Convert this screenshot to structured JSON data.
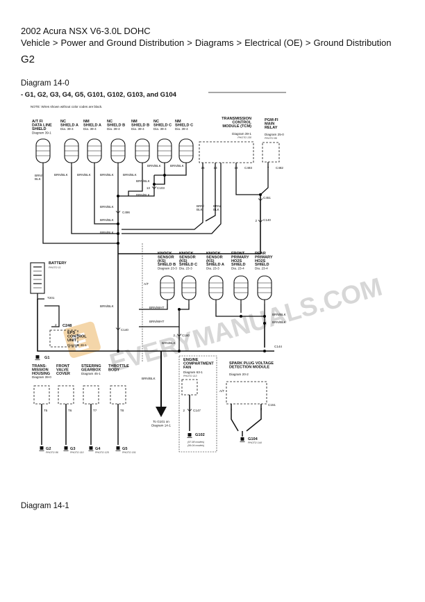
{
  "header": {
    "title": "2002 Acura NSX V6-3.0L DOHC",
    "breadcrumb": [
      "Vehicle",
      "Power and Ground Distribution",
      "Diagrams",
      "Electrical (OE)",
      "Ground Distribution"
    ],
    "separator": ">",
    "subtitle": "G2"
  },
  "diagram": {
    "label_top": "Diagram 14-0",
    "label_bottom": "Diagram 14-1",
    "heading": "- G1, G2, G3, G4, G5, G101, G102, G103, and G104",
    "note": "NOTE: Wires shown without color codes are black.",
    "watermark": "EVERYMANUALS.COM",
    "top_components": [
      {
        "name": [
          "A/T FI",
          "DATA LINE",
          "SHIELD"
        ],
        "ref": "Diagram 39-1"
      },
      {
        "name": [
          "NC",
          "SHIELD A"
        ],
        "ref": "Dia. 39-4"
      },
      {
        "name": [
          "NM",
          "SHIELD A"
        ],
        "ref": "Dia. 39-4"
      },
      {
        "name": [
          "NC",
          "SHIELD B"
        ],
        "ref": "Dia. 39-4"
      },
      {
        "name": [
          "NM",
          "SHIELD B"
        ],
        "ref": "Dia. 39-4"
      },
      {
        "name": [
          "NC",
          "SHIELD C"
        ],
        "ref": "Dia. 39-4"
      },
      {
        "name": [
          "NM",
          "SHIELD C"
        ],
        "ref": "Dia. 39-4"
      }
    ],
    "tcm": {
      "name": [
        "TRANSMISSION",
        "CONTROL",
        "MODULE (TCM)"
      ],
      "ref": "Diagram 39-1",
      "photo": "PHOTO 130",
      "pins": [
        "26",
        "13",
        "14"
      ],
      "conn": "C493"
    },
    "pgm_relay": {
      "name": [
        "PGM-FI",
        "MAIN",
        "RELAY"
      ],
      "ref": "Diagram 25-0",
      "photo": "PHOTO 86",
      "pin": "7",
      "conn": "C482"
    },
    "knock_components": [
      {
        "name": [
          "KNOCK",
          "SENSOR",
          "(KS)",
          "SHIELD B"
        ],
        "ref": "Diagram 23-3"
      },
      {
        "name": [
          "KNOCK",
          "SENSOR",
          "(KS)",
          "SHIELD C"
        ],
        "ref": "Dia. 23-3"
      },
      {
        "name": [
          "KNOCK",
          "SENSOR",
          "(KS)",
          "SHIELD A"
        ],
        "ref": "Dia. 23-3"
      },
      {
        "name": [
          "FRONT",
          "PRIMARY",
          "HO2S",
          "SHIELD"
        ],
        "ref": "Dia. 23-4"
      },
      {
        "name": [
          "REAR",
          "PRIMARY",
          "HO2S",
          "SHIELD"
        ],
        "ref": "Dia. 23-4"
      }
    ],
    "battery": {
      "name": "BATTERY",
      "photo": "PHOTO 11"
    },
    "eps": {
      "name": [
        "EPS",
        "CONTROL",
        "UNIT"
      ],
      "ref": "Diagram 46-1",
      "pin": "2"
    },
    "bottom_components": [
      {
        "name": [
          "TRANS-",
          "MISSION",
          "HOUSING"
        ],
        "ref": "Diagram 39-0",
        "terminal": "T5",
        "ground": "G2",
        "photo": "PHOTO 86"
      },
      {
        "name": [
          "FRONT",
          "VALVE",
          "COVER"
        ],
        "ref": "",
        "terminal": "T6",
        "ground": "G3",
        "photo": "PHOTO 110"
      },
      {
        "name": [
          "STEERING",
          "GEARBOX"
        ],
        "ref": "Diagram 45-1",
        "terminal": "T7",
        "ground": "G4",
        "photo": "PHOTO 125"
      },
      {
        "name": [
          "THROTTLE",
          "BODY"
        ],
        "ref": "",
        "terminal": "T8",
        "ground": "G5",
        "photo": "PHOTO 101"
      }
    ],
    "fan": {
      "name": [
        "ENGINE",
        "COMPARTMENT",
        "FAN"
      ],
      "ref": "Diagram 63-1",
      "photo": "PHOTO 113"
    },
    "spark": {
      "name": [
        "SPARK PLUG VOLTAGE",
        "DETECTION MODULE"
      ],
      "ref": "Diagram 20-2",
      "photo": "PHOTO 144"
    },
    "connectors": {
      "c103": "C103",
      "c496": "C496",
      "c451": "C451",
      "c140": "C140",
      "c248": "C248",
      "c160": "C160",
      "c144": "C144",
      "c147": "C147",
      "c151": "C151",
      "t201": "T201"
    },
    "grounds": {
      "g1": "G1",
      "g102": "G102",
      "g104": "G104"
    },
    "wire_labels": {
      "brn_blk": "BRN/BLK",
      "brn_blk_stack": [
        "BRN/",
        "BLK"
      ],
      "brn_wht": "BRN/WHT",
      "at": "A/T"
    },
    "arrow_text": [
      "To G101 on",
      "Diagram 14-1"
    ],
    "g102_note": [
      "(97-98 models)",
      "(99-04 models)"
    ],
    "numbers": {
      "n13": "13",
      "n2": "2",
      "n1": "1"
    }
  }
}
